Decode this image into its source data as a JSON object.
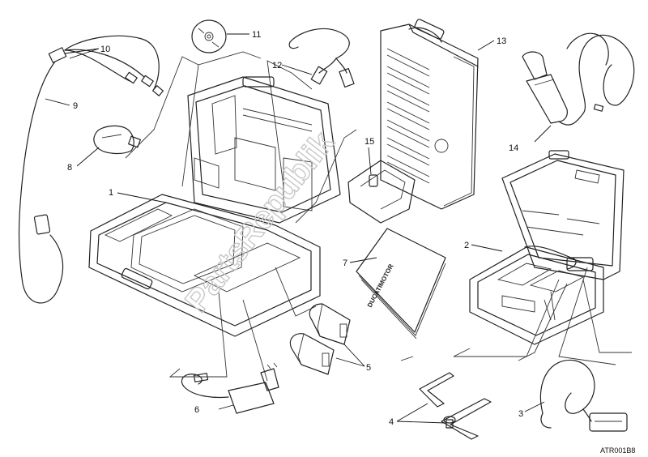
{
  "diagram": {
    "callouts": [
      "1",
      "2",
      "3",
      "4",
      "5",
      "6",
      "7",
      "8",
      "9",
      "10",
      "11",
      "12",
      "13",
      "14",
      "15"
    ],
    "drawing_code": "ATR001B8",
    "booklet_brand": "DUCATIMOTOR",
    "watermark": "PartsRepublik"
  }
}
